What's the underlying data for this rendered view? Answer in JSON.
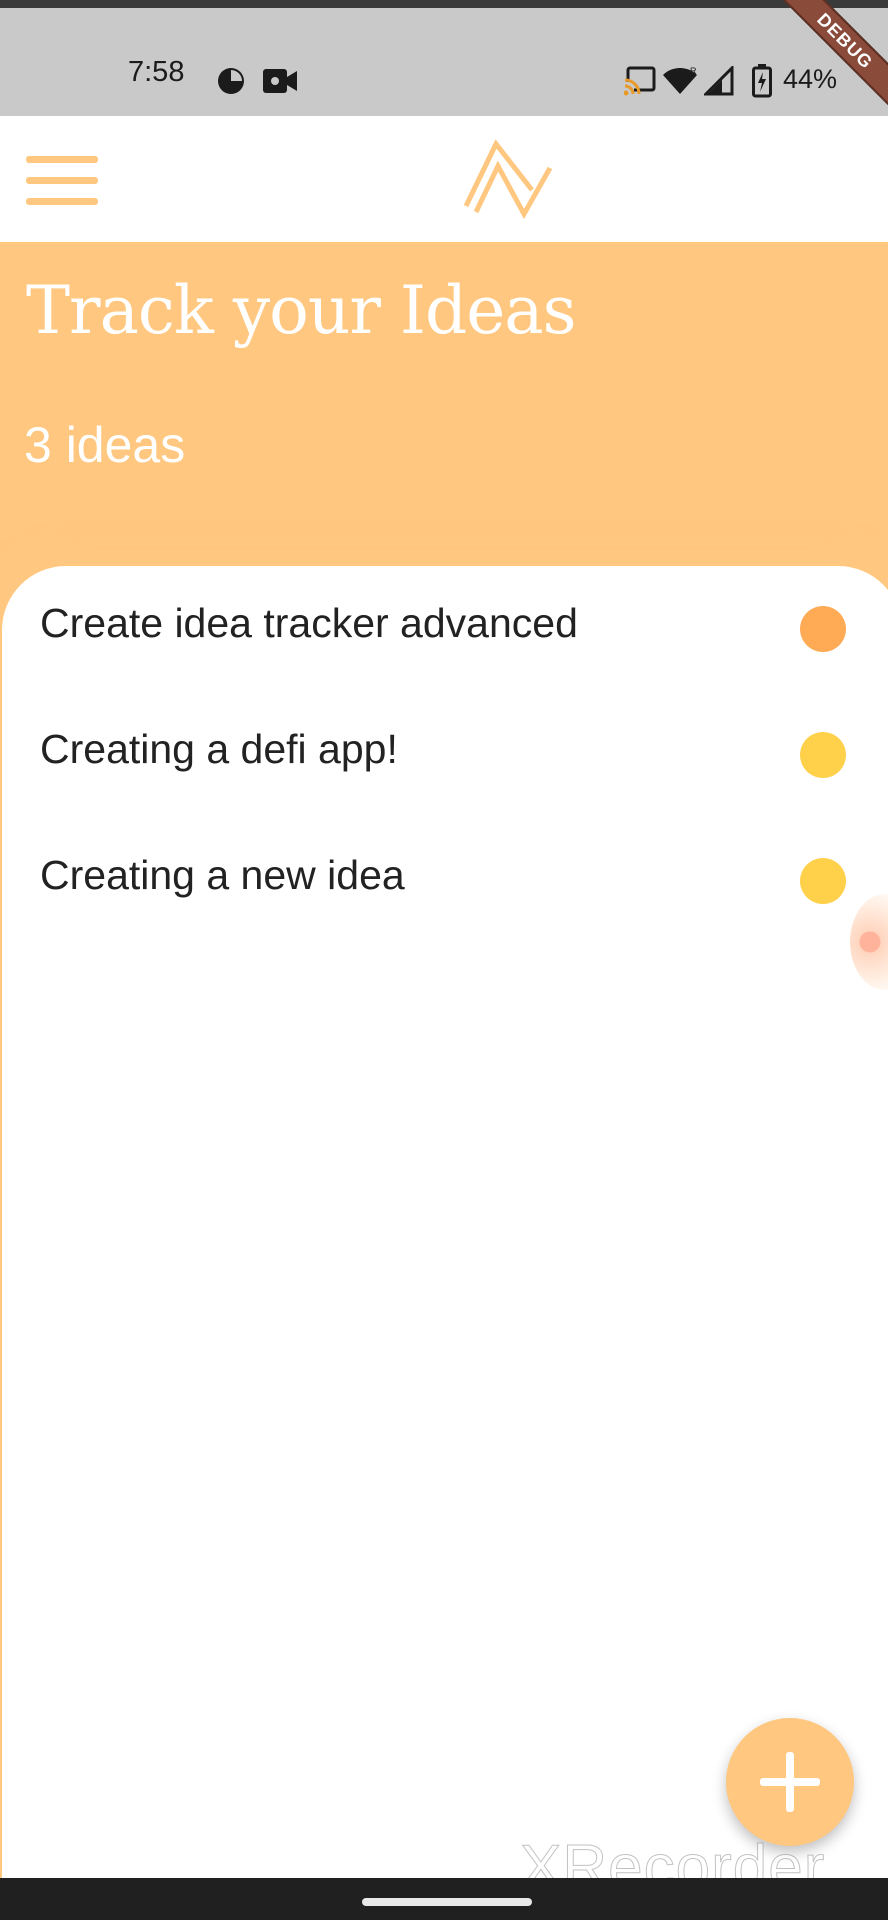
{
  "status_bar": {
    "time": "7:58",
    "battery": "44%",
    "debug_label": "DEBUG",
    "icons": [
      "pie-chart-icon",
      "video-recorder-icon",
      "cast-icon",
      "wifi-icon",
      "signal-icon",
      "battery-icon"
    ]
  },
  "app_bar": {
    "menu_icon": "hamburger-menu-icon",
    "logo_icon": "double-chevron-logo-icon",
    "accent_color": "#ffc77f"
  },
  "header": {
    "title": "Track your Ideas",
    "count_label": "3 ideas"
  },
  "ideas": {
    "items": [
      {
        "title": "Create idea tracker advanced",
        "dot_color": "#ffaa55"
      },
      {
        "title": "Creating a defi app!",
        "dot_color": "#ffd04a"
      },
      {
        "title": "Creating a new idea",
        "dot_color": "#ffd04a"
      }
    ]
  },
  "fab": {
    "icon": "plus-icon",
    "color": "#ffc77f"
  },
  "watermark": {
    "text": "XRecorder"
  }
}
